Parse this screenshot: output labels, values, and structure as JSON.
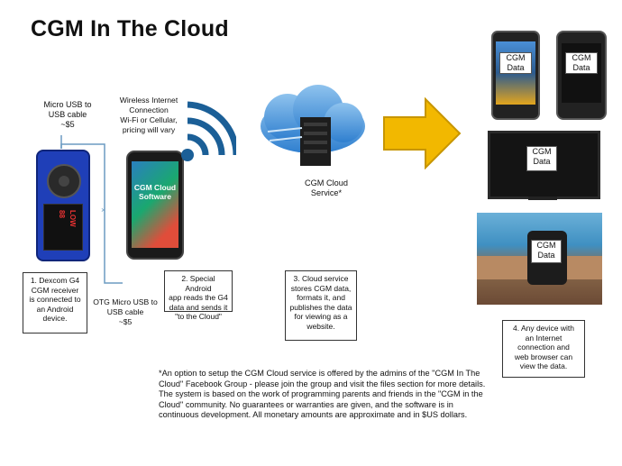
{
  "title": "CGM In The Cloud",
  "labels": {
    "usb_cable": [
      "Micro USB to",
      "USB cable",
      "~$5"
    ],
    "wireless": [
      "Wireless Internet",
      "Connection",
      "Wi-Fi or Cellular,",
      "pricing will vary"
    ],
    "otg_cable": [
      "OTG Micro USB to",
      "USB cable",
      "~$5"
    ],
    "cloud_service": [
      "CGM Cloud",
      "Service*"
    ],
    "phone_app": [
      "CGM Cloud",
      "Software"
    ],
    "receiver_marks": [
      "88",
      "LOW"
    ]
  },
  "steps": [
    [
      "1. Dexcom G4",
      "CGM receiver",
      "is connected to",
      "an Android",
      "device."
    ],
    [
      "2. Special Android",
      "app reads the G4",
      "data and sends it",
      "\"to the Cloud\""
    ],
    [
      "3. Cloud service",
      "stores CGM data,",
      "formats it, and",
      "publishes the data",
      "for viewing as a",
      "website."
    ],
    [
      "4. Any device with",
      "an Internet",
      "connection and",
      "web browser can",
      "view the data."
    ]
  ],
  "devices": {
    "phone1": [
      "CGM",
      "Data"
    ],
    "phone2": [
      "CGM",
      "Data"
    ],
    "tv": [
      "CGM",
      "Data"
    ],
    "watch": [
      "CGM",
      "Data"
    ]
  },
  "footnote": "*An option to setup the CGM Cloud service is offered by the admins of the \"CGM In The Cloud\" Facebook Group - please join the group and visit the files section for more details. The system is based on the work of programming parents and friends in the \"CGM in the Cloud\" community. No guarantees or warranties are given, and the software is in continuous development. All monetary amounts are approximate and in $US dollars.",
  "colors": {
    "receiver": "#1f3fb8",
    "arrow": "#f2b800",
    "wifi": "#1b5f97",
    "cloud": "#2f7fcf",
    "cable": "#6c9bc2"
  }
}
